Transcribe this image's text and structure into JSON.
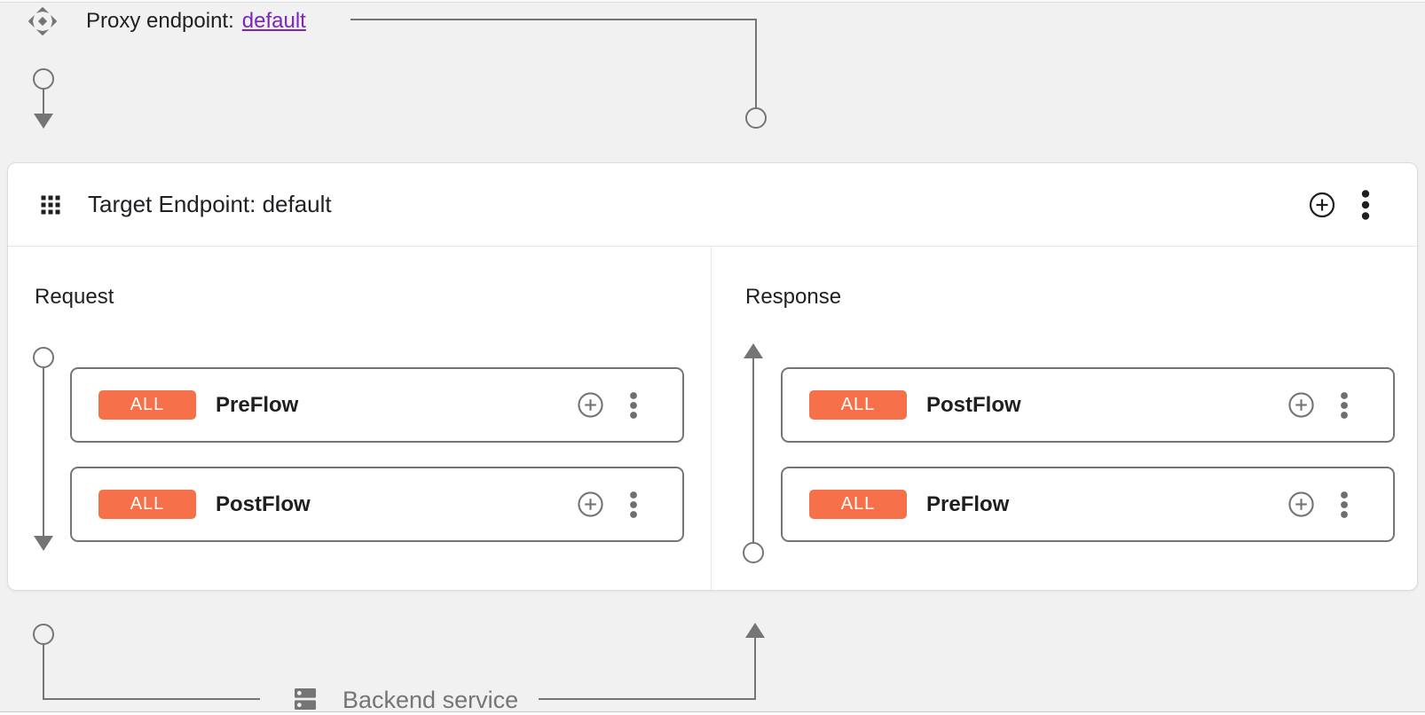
{
  "colors": {
    "canvas_bg": "#F1F1F1",
    "card_bg": "#FFFFFF",
    "card_border": "#DCDCDC",
    "divider": "#E6E6E6",
    "connector_gray": "#757575",
    "flow_box_border": "#757575",
    "badge_bg": "#F6704A",
    "badge_text": "#FFFFFF",
    "link_purple": "#7C24BD",
    "text_primary": "#202124",
    "text_muted": "#757575"
  },
  "proxy_endpoint": {
    "icon": "proxy-endpoint-icon",
    "label": "Proxy endpoint:",
    "link_text": "default"
  },
  "target_endpoint": {
    "icon": "drag-grid-icon",
    "title": "Target Endpoint: default",
    "actions": {
      "add": "add-circle-icon",
      "menu": "more-vert-icon"
    },
    "request": {
      "label": "Request",
      "flows": [
        {
          "badge": "ALL",
          "name": "PreFlow"
        },
        {
          "badge": "ALL",
          "name": "PostFlow"
        }
      ]
    },
    "response": {
      "label": "Response",
      "flows": [
        {
          "badge": "ALL",
          "name": "PostFlow"
        },
        {
          "badge": "ALL",
          "name": "PreFlow"
        }
      ]
    }
  },
  "backend": {
    "icon": "dns-icon",
    "label": "Backend service"
  }
}
